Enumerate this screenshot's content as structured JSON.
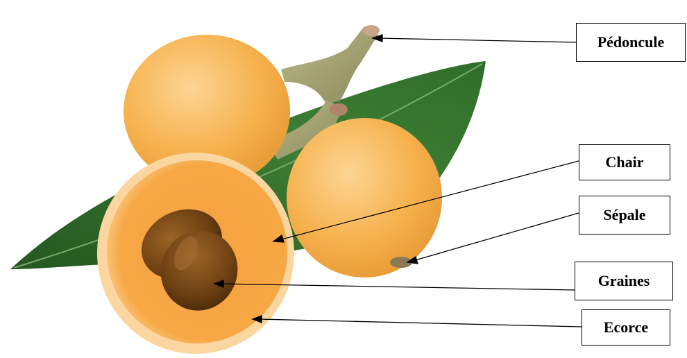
{
  "labels": {
    "pedoncule": "Pédoncule",
    "chair": "Chair",
    "sepale": "Sépale",
    "graines": "Graines",
    "ecorce": "Ecorce"
  },
  "colors": {
    "fruit_skin": "#f5b04a",
    "fruit_light": "#fbd08a",
    "flesh": "#f7a545",
    "seed": "#6b3f12",
    "leaf": "#2f6e2a",
    "stem": "#9a9a6a",
    "arrow": "#000000"
  }
}
